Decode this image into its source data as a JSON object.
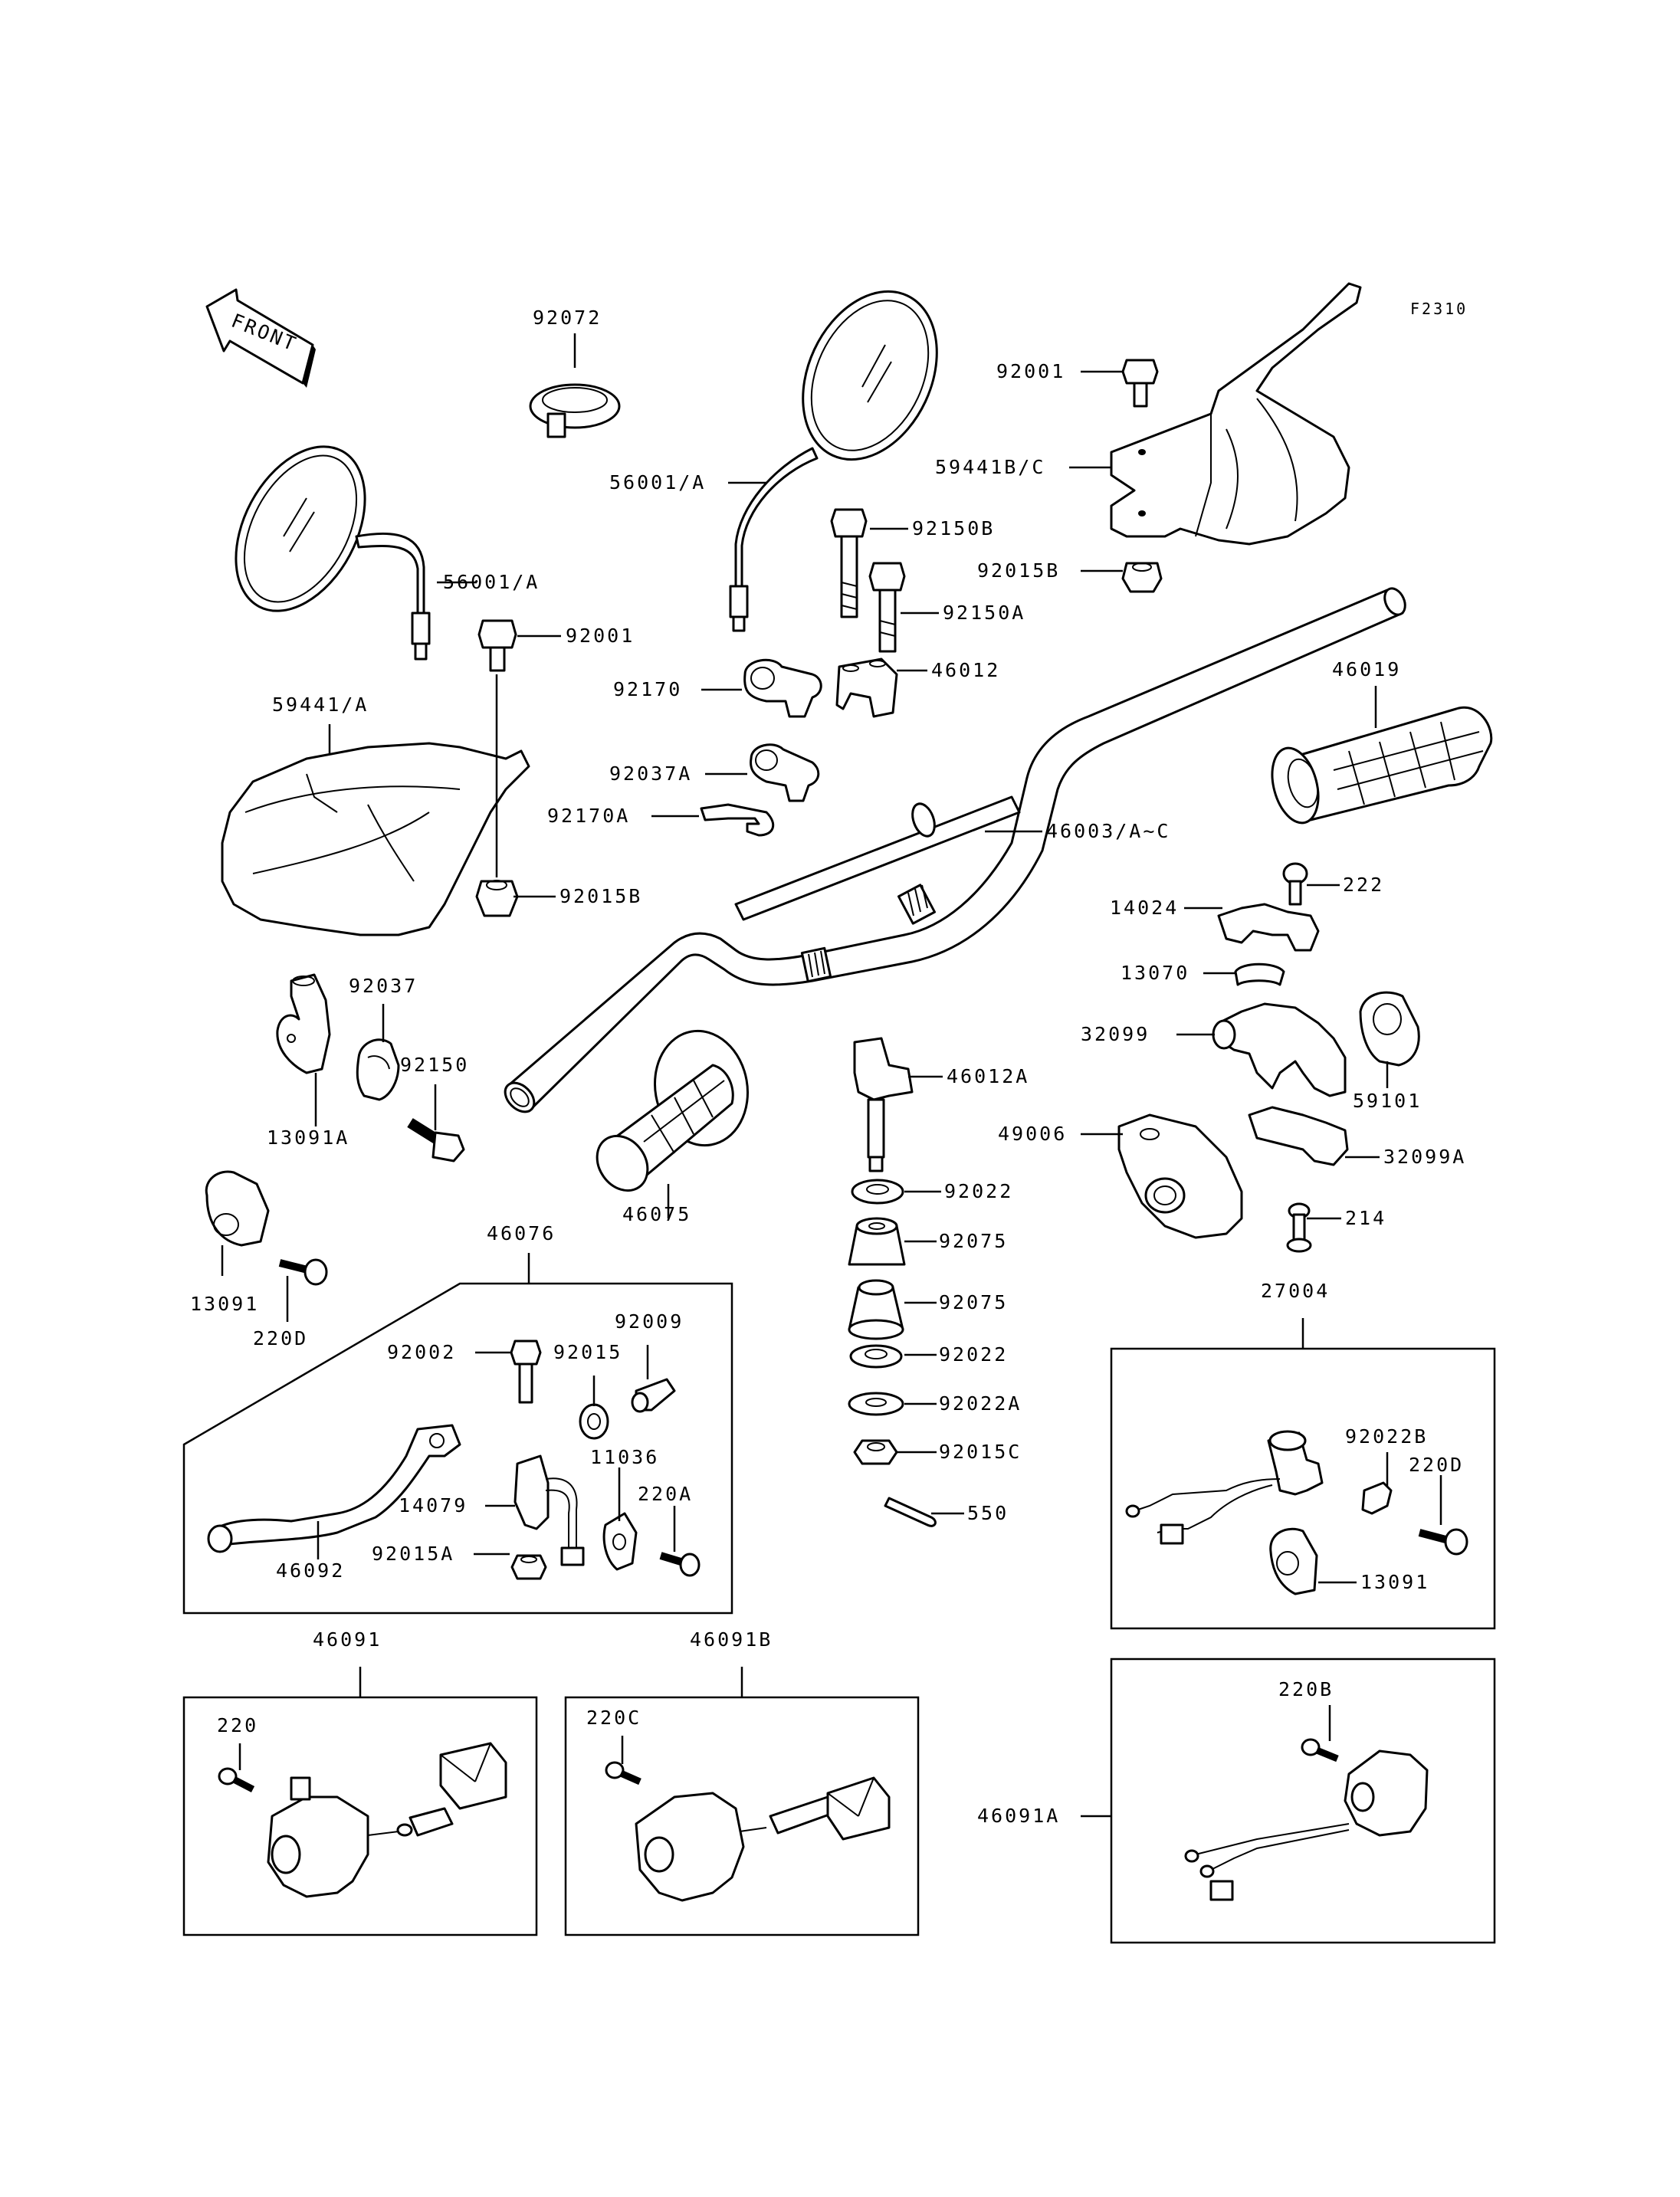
{
  "diagram_code": "F2310",
  "front_arrow_label": "FRONT",
  "labels": {
    "p92072": "92072",
    "p56001a_top": "56001/A",
    "p56001a_left": "56001/A",
    "p92001_top": "92001",
    "p59441bc": "59441B/C",
    "p92150b": "92150B",
    "p92015b_top": "92015B",
    "p92150a": "92150A",
    "p92001_left": "92001",
    "p59441a": "59441/A",
    "p92170": "92170",
    "p46012": "46012",
    "p46019": "46019",
    "p92037a": "92037A",
    "p92170a": "92170A",
    "p46003": "46003/A~C",
    "p92015b_left": "92015B",
    "p222": "222",
    "p14024": "14024",
    "p13070": "13070",
    "p92037": "92037",
    "p32099": "32099",
    "p92150": "92150",
    "p46012a": "46012A",
    "p59101": "59101",
    "p13091a": "13091A",
    "p49006": "49006",
    "p92022_1": "92022",
    "p32099a": "32099A",
    "p46075": "46075",
    "p92075_1": "92075",
    "p214": "214",
    "p46076": "46076",
    "p13091_left": "13091",
    "p220d_left": "220D",
    "p27004": "27004",
    "p92009": "92009",
    "p92002": "92002",
    "p92015": "92015",
    "p92075_2": "92075",
    "p92022_2": "92022",
    "p92022a": "92022A",
    "p92015c": "92015C",
    "p11036": "11036",
    "p14079": "14079",
    "p220a": "220A",
    "p92022b": "92022B",
    "p220d_right": "220D",
    "p550": "550",
    "p92015a": "92015A",
    "p46092": "46092",
    "p13091_right": "13091",
    "p46091": "46091",
    "p46091b": "46091B",
    "p220": "220",
    "p220c": "220C",
    "p220b": "220B",
    "p46091a": "46091A"
  }
}
